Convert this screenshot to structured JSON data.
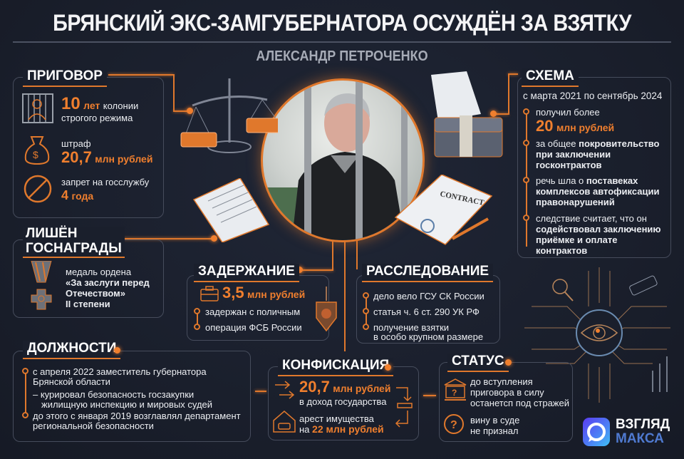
{
  "header": {
    "title": "БРЯНСКИЙ ЭКС-ЗАМГУБЕРНАТОРА ОСУЖДЁН ЗА ВЗЯТКУ",
    "subtitle": "АЛЕКСАНДР ПЕТРОЧЕНКО"
  },
  "colors": {
    "background": "#1a1f2c",
    "accent": "#f07f2e",
    "panel_border": "#464c5c",
    "text": "#ffffff",
    "muted": "#a6abb6"
  },
  "sentence": {
    "heading": "ПРИГОВОР",
    "items": [
      {
        "icon": "prison-bars-icon",
        "value": "10",
        "unit": "лет",
        "text1": "колонии",
        "text2": "строгого режима"
      },
      {
        "icon": "money-bag-icon",
        "label": "штраф",
        "value": "20,7",
        "unit": "млн рублей"
      },
      {
        "icon": "prohibited-icon",
        "label": "запрет на госслужбу",
        "value": "4",
        "unit": "года"
      }
    ]
  },
  "awards": {
    "heading_line1": "ЛИШЁН",
    "heading_line2": "ГОСНАГРАДЫ",
    "icon": "medal-icon",
    "lines": [
      "медаль ордена",
      "«За заслуги перед",
      "Отечеством»",
      "II степени"
    ]
  },
  "scheme": {
    "heading": "СХЕМА",
    "period": "с марта 2021 по сентябрь 2024",
    "items": [
      {
        "plain": "получил более",
        "value": "20",
        "unit": "млн рублей"
      },
      {
        "plain": "за общее ",
        "bold": "покровительство при заключении госконтрактов"
      },
      {
        "plain": "речь шла о ",
        "bold": "поставеках комплексов автофиксации правонарушений"
      },
      {
        "plain": "следствие считает, что он ",
        "bold": "содействовал заключению приёмке и оплате контрактов"
      }
    ]
  },
  "detention": {
    "heading": "ЗАДЕРЖАНИЕ",
    "icon": "briefcase-icon",
    "value": "3,5",
    "unit": "млн рублей",
    "items": [
      "задержан с поличным",
      "операция ФСБ России"
    ],
    "emblem": "fsb-emblem-icon"
  },
  "investigation": {
    "heading": "РАССЛЕДОВАНИЕ",
    "items": [
      "дело вело ГСУ СК России",
      "статья ч. 6 ст. 290 УК РФ",
      "получение взятки",
      "в особо крупном размере"
    ]
  },
  "positions": {
    "heading": "ДОЛЖНОСТИ",
    "items": [
      "с апреля 2022 заместитель губернатора",
      "Брянской области",
      "– курировал безопасность госзакупки",
      "жилищную инспекцию и мировых судей",
      "до этого с января 2019 возглавлял департамент",
      "региональной безопасности"
    ]
  },
  "confiscation": {
    "heading": "КОНФИСКАЦИЯ",
    "value": "20,7",
    "unit": "млн рублей",
    "line2": "в доход государства",
    "arrest_line1": "арест имущества",
    "arrest_prefix": "на ",
    "arrest_value": "22 млн рублей"
  },
  "status": {
    "heading": "СТАТУС",
    "items": [
      {
        "icon": "court-question-icon",
        "lines": [
          "до вступления",
          "приговора в силу",
          "останетсп под стражей"
        ]
      },
      {
        "icon": "question-circle-icon",
        "lines": [
          "вину в суде",
          "не признал"
        ]
      }
    ]
  },
  "brand": {
    "line1": "ВЗГЛЯД",
    "line2": "МАКСА"
  },
  "illustrations": {
    "contract_label": "CONTRACT"
  }
}
